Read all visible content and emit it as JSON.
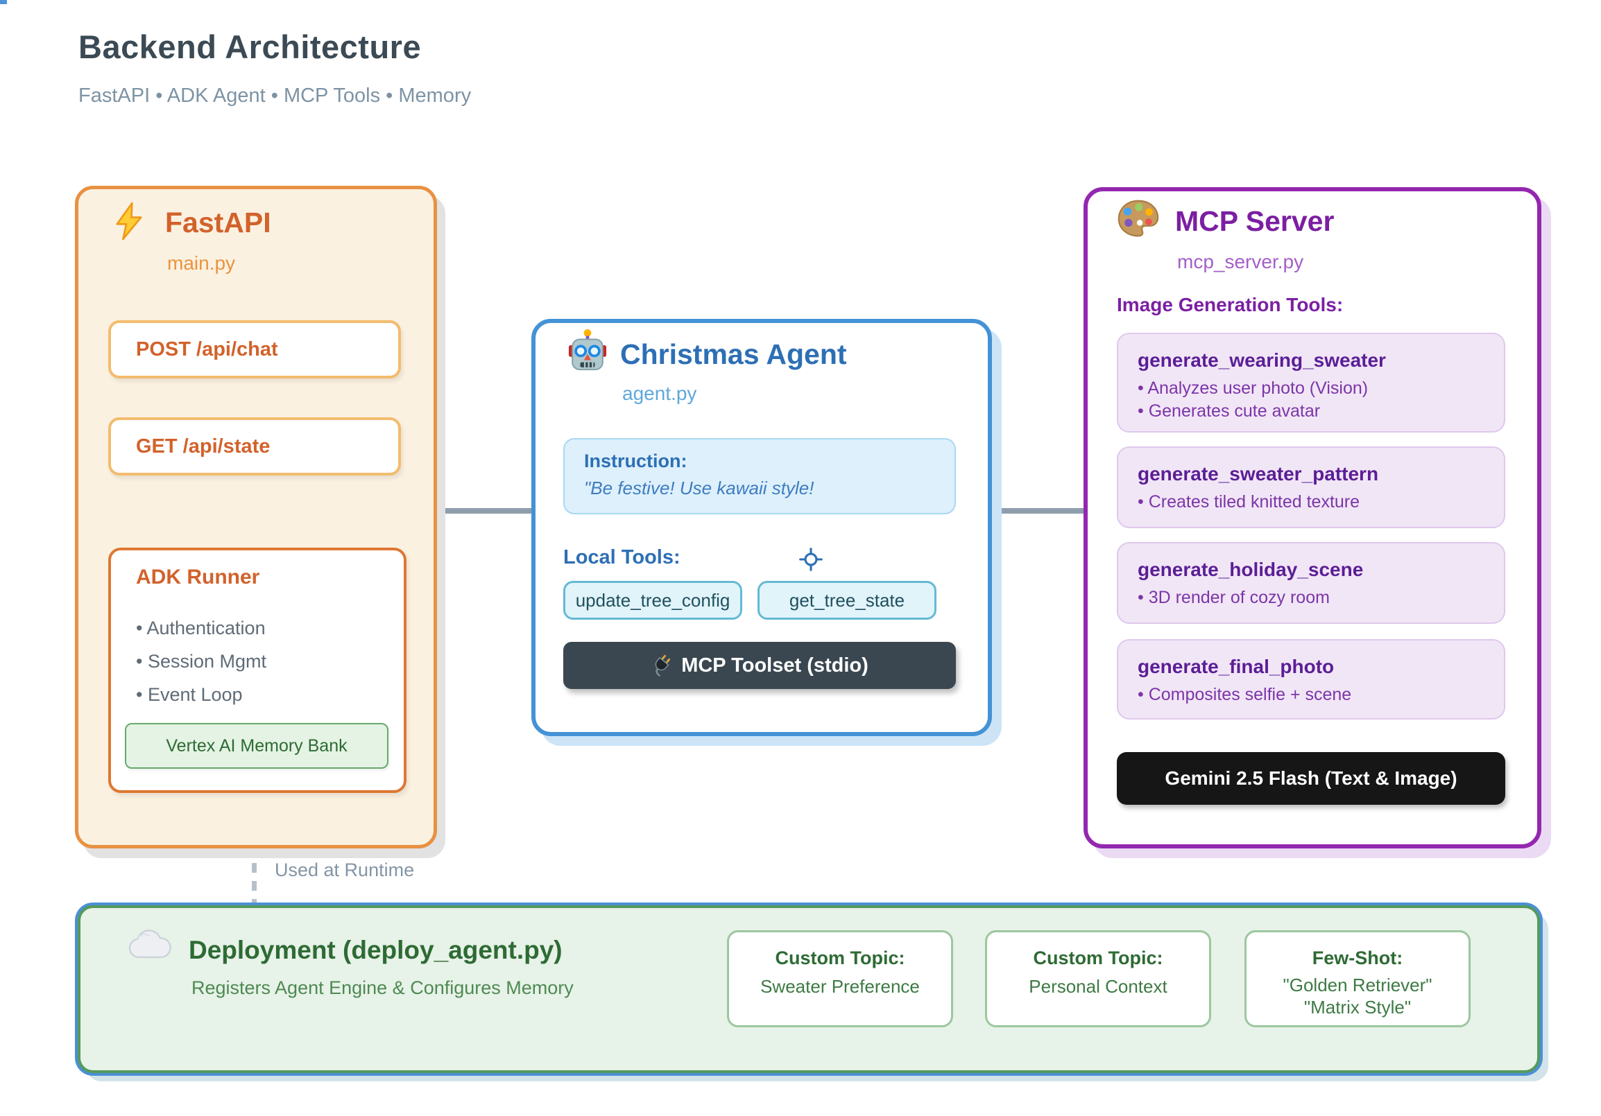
{
  "page": {
    "title": "Backend Architecture",
    "subtitle": "FastAPI • ADK Agent • MCP Tools • Memory"
  },
  "fastapi": {
    "title": "FastAPI",
    "file": "main.py",
    "endpoints": [
      "POST /api/chat",
      "GET /api/state"
    ],
    "runner": {
      "title": "ADK Runner",
      "items": [
        "Authentication",
        "Session Mgmt",
        "Event Loop"
      ],
      "memory": "Vertex AI Memory Bank"
    }
  },
  "agent": {
    "title": "Christmas Agent",
    "file": "agent.py",
    "instruction": {
      "label": "Instruction:",
      "text": "\"Be festive! Use kawaii style!"
    },
    "local_tools": {
      "label": "Local Tools:",
      "tools": [
        "update_tree_config",
        "get_tree_state"
      ]
    },
    "toolset_label": "MCP Toolset (stdio)"
  },
  "mcp": {
    "title": "MCP Server",
    "file": "mcp_server.py",
    "section_label": "Image Generation Tools:",
    "tools": [
      {
        "name": "generate_wearing_sweater",
        "bullets": [
          "Analyzes user photo (Vision)",
          "Generates cute avatar"
        ]
      },
      {
        "name": "generate_sweater_pattern",
        "bullets": [
          "Creates tiled knitted texture"
        ]
      },
      {
        "name": "generate_holiday_scene",
        "bullets": [
          "3D render of cozy room"
        ]
      },
      {
        "name": "generate_final_photo",
        "bullets": [
          "Composites selfie + scene"
        ]
      }
    ],
    "model_label": "Gemini 2.5 Flash (Text & Image)"
  },
  "connector": {
    "runtime_label": "Used at Runtime"
  },
  "deployment": {
    "title": "Deployment (deploy_agent.py)",
    "subtitle": "Registers Agent Engine & Configures Memory",
    "cards": [
      {
        "label": "Custom Topic:",
        "lines": [
          "Sweater Preference"
        ]
      },
      {
        "label": "Custom Topic:",
        "lines": [
          "Personal Context"
        ]
      },
      {
        "label": "Few-Shot:",
        "lines": [
          "\"Golden Retriever\"",
          "\"Matrix Style\""
        ]
      }
    ]
  },
  "colors": {
    "fastapi_accent": "#D2622B",
    "agent_accent": "#2D6FB5",
    "mcp_accent": "#7B1FA2",
    "deploy_accent": "#2E6B34",
    "connector_gray": "#8E9EAC"
  }
}
